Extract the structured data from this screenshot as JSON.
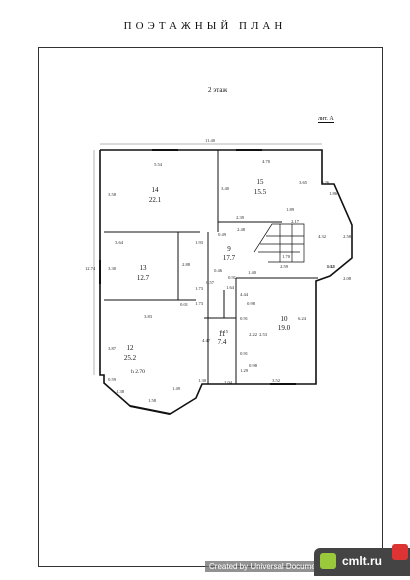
{
  "header": {
    "title": "ПОЭТАЖНЫЙ ПЛАН",
    "floor": "2 этаж",
    "sheet": "лит. А"
  },
  "rooms": [
    {
      "num": "14",
      "area": "22.1"
    },
    {
      "num": "15",
      "area": "15.5"
    },
    {
      "num": "9",
      "area": "17.7"
    },
    {
      "num": "13",
      "area": "12.7"
    },
    {
      "num": "10",
      "area": "19.0"
    },
    {
      "num": "11",
      "area": "7.4"
    },
    {
      "num": "12",
      "area": "25.2"
    }
  ],
  "dimensions": [
    "11.40",
    "5.54",
    "4.70",
    "3.58",
    "3.40",
    "3.65",
    "0.26",
    "2.39",
    "2.48",
    "1.89",
    "2.17",
    "0.49",
    "1.93",
    "4.32",
    "2.58",
    "3.64",
    "2.88",
    "3.30",
    "12.74",
    "0.46",
    "0.91",
    "1.40",
    "2.59",
    "1.70",
    "1.62",
    "1.64",
    "0.57",
    "0.01",
    "1.73",
    "0.98",
    "4.44",
    "6.24",
    "1.73",
    "3.83",
    "0.91",
    "3.15",
    "4.47",
    "2.22",
    "2.53",
    "3.87",
    "0.91",
    "0.98",
    "1.29",
    "1.30",
    "2.04",
    "3.52",
    "0.59",
    "1.38",
    "1.58",
    "1.49",
    "1.86",
    "1.10",
    "2.08"
  ],
  "height_label": "h 2.70",
  "watermark": {
    "text": "Created by Universal Document Converter",
    "logo": "cmlt.ru"
  }
}
